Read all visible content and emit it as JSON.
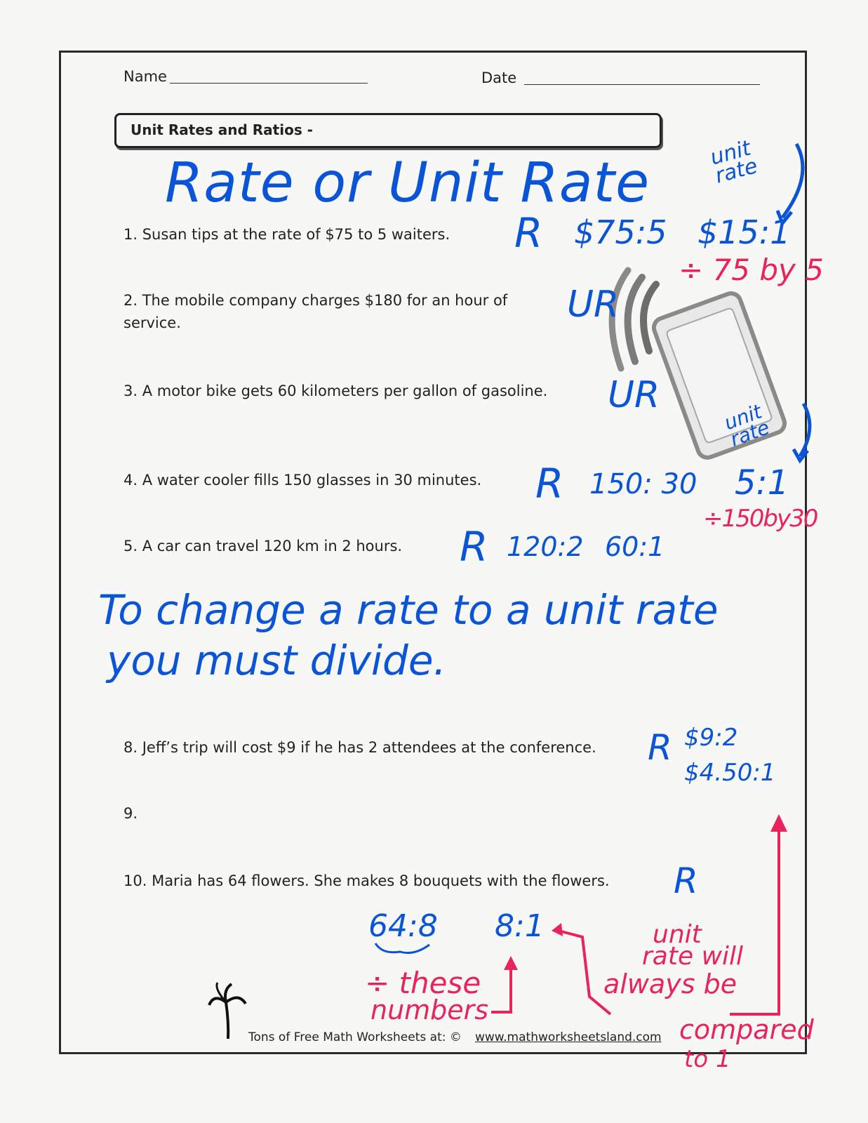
{
  "header": {
    "name_label": "Name",
    "date_label": "Date",
    "title": "Unit Rates and Ratios -"
  },
  "questions": [
    {
      "text": "1. Susan tips at the rate of $75 to 5 waiters."
    },
    {
      "text": "2. The mobile company charges $180 for an hour of"
    },
    {
      "text": "service."
    },
    {
      "text": "3. A motor bike gets 60 kilometers per gallon of gasoline."
    },
    {
      "text": "4. A water cooler fills 150 glasses in 30 minutes."
    },
    {
      "text": "5. A car can travel 120 km in 2 hours."
    },
    {
      "text": "8. Jeff’s trip will cost $9 if he has 2 attendees at the conference."
    },
    {
      "text": "9."
    },
    {
      "text": "10. Maria has 64 flowers. She makes 8 bouquets with the flowers."
    }
  ],
  "handwriting": {
    "heading": "Rate or Unit Rate",
    "unit_rate_note": "unit rate",
    "q1_mark": "R",
    "q1_rate": "$75:5",
    "q1_unit": "$15:1",
    "q1_divide": "÷ 75 by 5",
    "q2_mark": "UR",
    "q3_mark": "UR",
    "q4_note": "unit rate",
    "q4_mark": "R",
    "q4_rate": "150: 30",
    "q4_unit": "5:1",
    "q4_divide": "÷150by30",
    "q5_mark": "R",
    "q5_rate": "120:2",
    "q5_unit": "60:1",
    "rule_line1": "To change a rate to a unit rate",
    "rule_line2": "you must divide.",
    "q8_mark": "R",
    "q8_rate": "$9:2",
    "q8_unit": "$4.50:1",
    "q10_mark": "R",
    "q10_rate": "64:8",
    "q10_unit": "8:1",
    "these_numbers_1": "÷ these",
    "these_numbers_2": "numbers",
    "always_1": "unit",
    "always_2": "rate will",
    "always_3": "always be",
    "always_4": "compared",
    "always_5": "to 1"
  },
  "footer": {
    "text": "Tons of Free Math Worksheets at: ©",
    "link": "www.mathworksheetsland.com"
  },
  "icons": {
    "phone": "mobile-phone-icon",
    "palm": "palm-tree-icon"
  },
  "colors": {
    "ink_blue": "#0a54d8",
    "ink_red": "#e8245a",
    "print": "#222222"
  }
}
